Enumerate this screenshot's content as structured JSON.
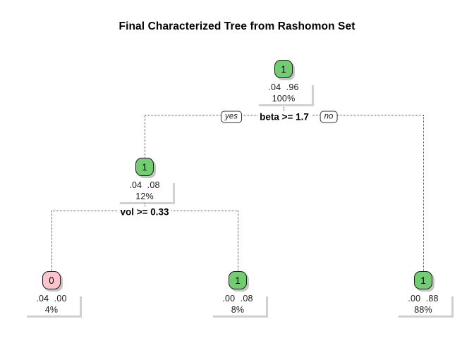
{
  "title": "Final Characterized Tree from Rashomon Set",
  "edge_labels": {
    "yes": "yes",
    "no": "no"
  },
  "chart_data": {
    "type": "tree",
    "title": "Final Characterized Tree from Rashomon Set",
    "edge_label_yes": "yes",
    "edge_label_no": "no",
    "nodes": [
      {
        "id": "root",
        "class_label": "1",
        "fill": "#72cc72",
        "probs": ".04  .96",
        "prob_values": [
          0.04,
          0.96
        ],
        "percent": "100%",
        "percent_value": 100
      },
      {
        "id": "left",
        "class_label": "1",
        "fill": "#72cc72",
        "probs": ".04  .08",
        "prob_values": [
          0.04,
          0.08
        ],
        "percent": "12%",
        "percent_value": 12
      },
      {
        "id": "leaf-left",
        "class_label": "0",
        "fill": "#fcc4ce",
        "probs": ".04  .00",
        "prob_values": [
          0.04,
          0.0
        ],
        "percent": "4%",
        "percent_value": 4
      },
      {
        "id": "leaf-mid",
        "class_label": "1",
        "fill": "#72cc72",
        "probs": ".00  .08",
        "prob_values": [
          0.0,
          0.08
        ],
        "percent": "8%",
        "percent_value": 8
      },
      {
        "id": "leaf-right",
        "class_label": "1",
        "fill": "#72cc72",
        "probs": ".00  .88",
        "prob_values": [
          0.0,
          0.88
        ],
        "percent": "88%",
        "percent_value": 88
      }
    ],
    "splits": [
      {
        "id": "split-root",
        "condition": "beta >= 1.7",
        "variable": "beta",
        "operator": ">=",
        "threshold": 1.7
      },
      {
        "id": "split-left",
        "condition": "vol >= 0.33",
        "variable": "vol",
        "operator": ">=",
        "threshold": 0.33
      }
    ]
  }
}
